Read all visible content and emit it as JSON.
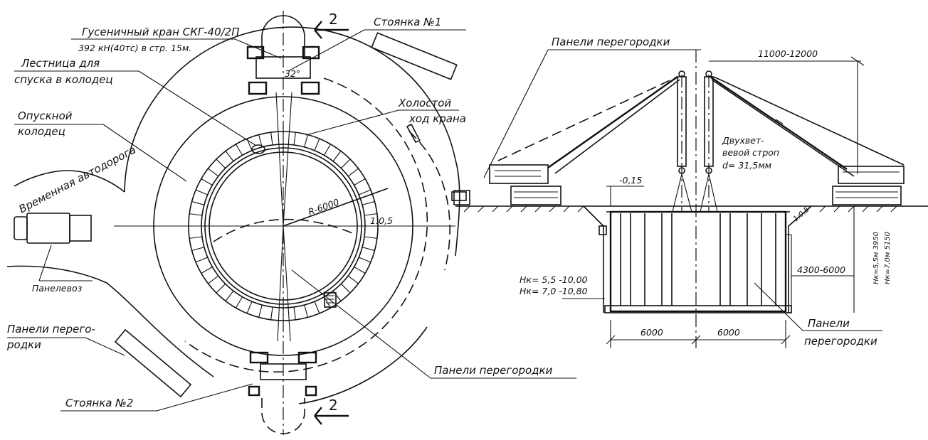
{
  "plan": {
    "crane_label_line1": "Гусеничный кран СКГ-40/2П",
    "crane_label_line2": "392 кН(40тс) в стр. 15м.",
    "stand_1": "Стоянка №1",
    "stand_2": "Стоянка №2",
    "ladder_line1": "Лестница для",
    "ladder_line2": "спуска в колодец",
    "caisson_line1": "Опускной",
    "caisson_line2": "колодец",
    "idle_line1": "Холостой",
    "idle_line2": "ход крана",
    "road": "Временная автодорога",
    "truck": "Панелевоз",
    "panels_left_line1": "Панели перего-",
    "panels_left_line2": "родки",
    "panels_bottom": "Панели перегородки",
    "radius": "R-6000",
    "slope": "1:0,5",
    "angle": "32°",
    "section_mark": "2"
  },
  "section": {
    "panels_top": "Панели перегородки",
    "span": "11000-12000",
    "sling_line1": "Двухвет-",
    "sling_line2": "вевой строп",
    "sling_line3": "d= 31,5мм",
    "level": "-0,15",
    "hk1": "Нк= 5,5  -10,00",
    "hk2": "Нк= 7,0  -10,80",
    "width_range": "4300-6000",
    "dim_left": "6000",
    "dim_right": "6000",
    "panels_right_line1": "Панели",
    "panels_right_line2": "перегородки",
    "slope_right": "1:0,5",
    "hk_right1": "Нк=5,5м  3950",
    "hk_right2": "Нк=7,0м  5150"
  }
}
